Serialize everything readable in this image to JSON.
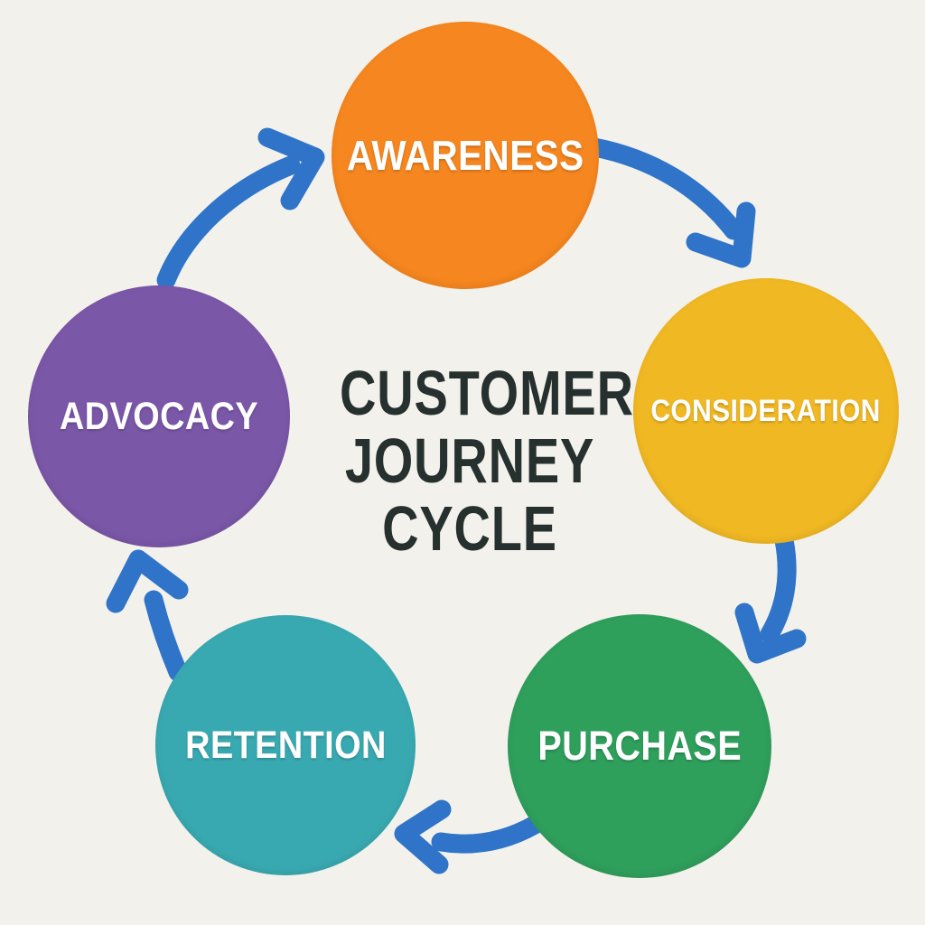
{
  "diagram": {
    "type": "cycle-diagram",
    "flow_direction": "clockwise"
  },
  "title": {
    "lines": [
      "CUSTOMER",
      "JOURNEY",
      "CYCLE"
    ],
    "full_text": "CUSTOMER JOURNEY CYCLE"
  },
  "stages": [
    {
      "label": "AWARENESS",
      "color": "#F6861F",
      "position": "top"
    },
    {
      "label": "CONSIDERATION",
      "color": "#F0B823",
      "position": "right"
    },
    {
      "label": "PURCHASE",
      "color": "#2F9F5C",
      "position": "bottom-right"
    },
    {
      "label": "RETENTION",
      "color": "#39A9B1",
      "position": "bottom-left"
    },
    {
      "label": "ADVOCACY",
      "color": "#7B57A8",
      "position": "left"
    }
  ],
  "arrows": {
    "color": "#2F74C8",
    "count": 5,
    "style": "hand-drawn curved",
    "sequence": [
      "AWARENESS → CONSIDERATION",
      "CONSIDERATION → PURCHASE",
      "PURCHASE → RETENTION",
      "RETENTION → ADVOCACY",
      "ADVOCACY → AWARENESS"
    ]
  },
  "colors": {
    "background": "#F3F1EB",
    "title_text": "#26302E",
    "label_text": "#FFFFFF"
  }
}
